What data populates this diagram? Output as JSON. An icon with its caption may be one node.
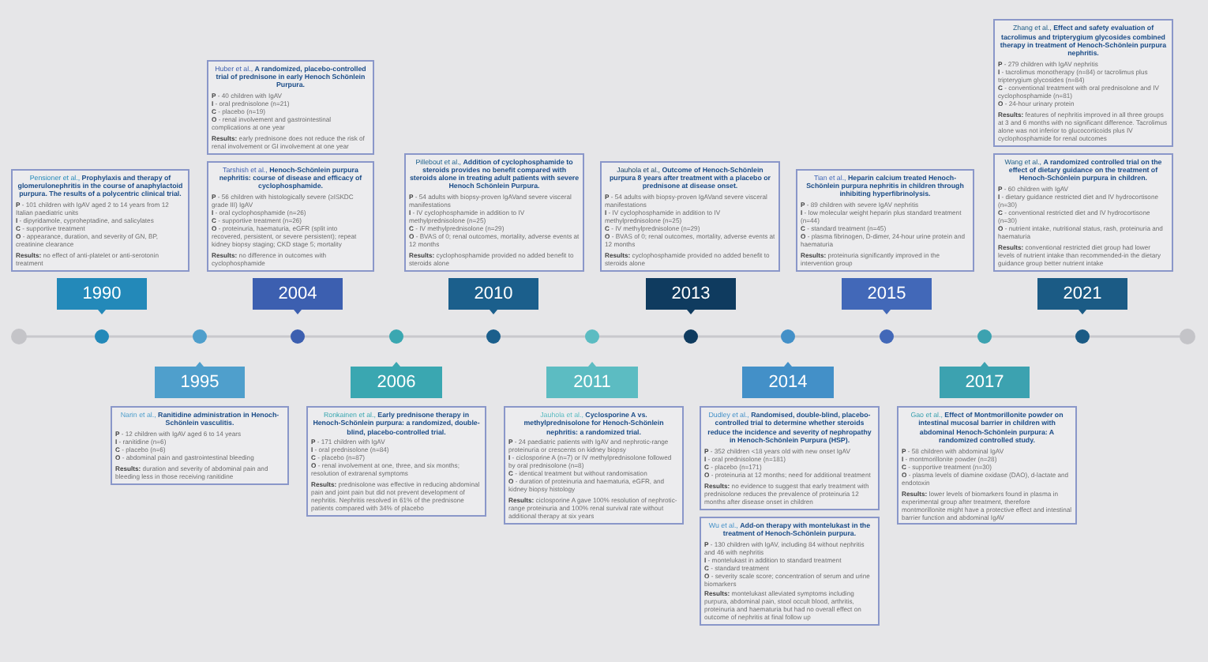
{
  "diagram": {
    "nodes": [
      {
        "text": [
          "1990"
        ]
      },
      {
        "text": [
          "Pensioner et al., **Prophylaxis and therapy of glomerulonephritis in the course of anaphylactoid purpura. The results of a polycentric clinical trial.**",
          "**P** - 101 children with IgAV aged 2 to 14 years from 12 Italian paediatric units",
          "**I** - dipyridamole, cyproheptadine, and salicylates",
          "**C** - supportive treatment",
          "**O** - appearance, duration, and severity of GN, BP, creatinine clearance",
          "**Results:** no effect of anti-platelet or anti-serotonin treatment"
        ]
      },
      {
        "text": [
          "1995"
        ]
      },
      {
        "text": [
          "Narin et al., **Ranitidine administration in Henoch-Schönlein vasculitis.**",
          "**P** - 12 children with IgAV aged 6 to 14 years",
          "**I** - ranitidine (n=6)",
          "**C** - placebo (n=6)",
          "**O** - abdominal pain and gastrointestinal bleeding",
          "**Results:** duration and severity of abdominal pain and bleeding less in those receiving ranitidine"
        ]
      },
      {
        "text": [
          "2004"
        ]
      },
      {
        "text": [
          "Huber et al., **A randomized, placebo-controlled trial of prednisone in early Henoch Schönlein Purpura.**",
          "**P** - 40 children with IgAV",
          "**I** - oral prednisolone (n=21)",
          "**C** - placebo (n=19)",
          "**O** - renal involvement and gastrointestinal complications at one year",
          "**Results:** early prednisone does not reduce the risk of renal involvement or GI involvement at one year"
        ]
      },
      {
        "text": [
          "Tarshish et al., **Henoch-Schönlein purpura nephritis: course of disease and efficacy of cyclophosphamide.**",
          "**P** - 56 children with histologically severe (≥ISKDC grade III) IgAV",
          "**I** - oral cyclophosphamide (n=26)",
          "**C** - supportive treatment (n=26)",
          "**O** - proteinuria, haematuria, eGFR (split into recovered, persistent, or severe persistent); repeat kidney biopsy staging; CKD stage 5; mortality",
          "**Results:** no difference in outcomes with cyclophosphamide"
        ]
      },
      {
        "text": [
          "2006"
        ]
      },
      {
        "text": [
          "Ronkainen et al., **Early prednisone therapy in Henoch-Schönlein purpura: a randomized, double-blind, placebo-controlled trial.**",
          "**P** - 171 children with IgAV",
          "**I** - oral prednisolone (n=84)",
          "**C** - placebo (n=87)",
          "**O** - renal involvement at one, three, and six months; resolution of extrarenal symptoms",
          "**Results:** prednisolone was effective in reducing abdominal pain and joint pain but did not prevent development of nephritis. Nephritis resolved in 61% of the prednisone patients compared with 34% of placebo"
        ]
      },
      {
        "text": [
          "2010"
        ]
      },
      {
        "text": [
          "Pillebout et al., **Addition of cyclophosphamide to steroids provides no benefit compared with steroids alone in treating adult patients with severe Henoch Schönlein Purpura.**",
          "**P** - 54 adults with biopsy-proven IgAVand severe visceral manifestations",
          "**I** - IV cyclophosphamide in addition to IV methylprednisolone (n=25)",
          "**C** - IV methylprednisolone (n=29)",
          "**O** - BVAS of 0; renal outcomes, mortality, adverse events at 12 months",
          "**Results:** cyclophosphamide provided no added benefit to steroids alone"
        ]
      },
      {
        "text": [
          "2011"
        ]
      },
      {
        "text": [
          "Jauhola et al., **Cyclosporine A vs. methylprednisolone for Henoch-Schönlein nephritis: a randomized trial.**",
          "**P** - 24 paediatric patients with IgAV and nephrotic-range proteinuria or crescents on kidney biopsy",
          "**I** - ciclosporine A (n=7) or IV methylprednisolone followed by oral prednisolone (n=8)",
          "**C** - identical treatment but without randomisation",
          "**O** - duration of proteinuria and haematuria, eGFR, and kidney biopsy histology",
          "**Results:** ciclosporine A gave 100% resolution of nephrotic-range proteinuria and 100% renal survival rate without additional therapy at six years"
        ]
      },
      {
        "text": [
          "2013"
        ]
      },
      {
        "text": [
          "Jauhola et al., **Outcome of Henoch-Schönlein purpura 8 years after treatment with a placebo or prednisone at disease onset.**",
          "**P** - 54 adults with biopsy-proven IgAVand severe visceral manifestations",
          "**I** - IV cyclophosphamide in addition to IV methylprednisolone (n=25)",
          "**C** - IV methylprednisolone (n=29)",
          "**O** - BVAS of 0; renal outcomes, mortality, adverse events at 12 months",
          "**Results:** cyclophosphamide provided no added benefit to steroids alone"
        ]
      },
      {
        "text": [
          "2014"
        ]
      },
      {
        "text": [
          "Dudley et al., **Randomised, double-blind, placebo-controlled trial to determine whether steroids reduce the incidence and severity of nephropathy in Henoch-Schönlein Purpura (HSP).**",
          "**P** - 352 children <18 years old with new onset IgAV",
          "**I** - oral prednisolone (n=181)",
          "**C** - placebo (n=171)",
          "**O** - proteinuria at 12 months; need for additional treatment",
          "**Results:** no evidence to suggest that early treatment with prednisolone reduces the prevalence of proteinuria 12 months after disease onset in children"
        ]
      },
      {
        "text": [
          "Wu et al., **Add-on therapy with montelukast in the treatment of Henoch-Schönlein purpura.**",
          "**P** - 130 children with IgAV, including 84 without nephritis and 46 with nephritis",
          "**I** - montelukast in addition to standard treatment",
          "**C** - standard treatment",
          "**O** - severity scale score; concentration of serum and urine biomarkers",
          "**Results:** montelukast alleviated symptoms including purpura, abdominal pain, stool occult blood, arthritis, proteinuria and haematuria but had no overall effect on outcome of nephritis at final follow up"
        ]
      },
      {
        "text": [
          "2015"
        ]
      },
      {
        "text": [
          "Tian et al., **Heparin calcium treated Henoch-Schönlein purpura nephritis in children through inhibiting hyperfibrinolysis.**",
          "**P** - 89 children with severe IgAV nephritis",
          "**I** - low molecular weight heparin plus standard treatment (n=44)",
          "**C** - standard treatment (n=45)",
          "**O** - plasma fibrinogen, D-dimer, 24-hour urine protein and haematuria",
          "**Results:** proteinuria significantly improved in the intervention group"
        ]
      },
      {
        "text": [
          "2017"
        ]
      },
      {
        "text": [
          "Gao et al., **Effect of Montmorillonite powder on intestinal mucosal barrier in children with abdominal Henoch-Schönlein purpura: A randomized controlled study.**",
          "**P** - 58 children with abdominal IgAV",
          "**I** - montmorillonite powder (n=28)",
          "**C** - supportive treatment (n=30)",
          "**O** - plasma levels of diamine oxidase (DAO), d-lactate and endotoxin",
          "**Results:** lower levels of biomarkers found in plasma in experimental group after treatment, therefore montmorillonite might have a protective effect and intestinal barrier function and abdominal IgAV"
        ]
      },
      {
        "text": [
          "2021"
        ]
      },
      {
        "text": [
          "Zhang et al., **Effect and safety evaluation of tacrolimus and tripterygium glycosides combined therapy in treatment of Henoch-Schönlein purpura nephritis.**",
          "**P** - 279 children with IgAV nephritis",
          "**I** - tacrolimus monotherapy (n=84) or tacrolimus plus tripterygium glycosides (n=84)",
          "**C** - conventional treatment with oral prednisolone and IV cyclophosphamide (n=81)",
          "**O** - 24-hour urinary protein",
          "**Results:** features of nephritis improved in all three groups at 3 and 6 months with no significant difference. Tacrolimus alone was not inferior to glucocorticoids plus IV cyclophosphamide for renal outcomes"
        ]
      },
      {
        "text": [
          "Wang et al., **A randomized controlled trial on the effect of dietary guidance on the treatment of Henoch-Schönlein purpura in children.**",
          "**P** - 60 children with IgAV",
          "**I** - dietary guidance restricted diet and IV hydrocortisone (n=30)",
          "**C** - conventional restricted diet and IV hydrocortisone (n=30)",
          "**O** - nutrient intake, nutritional status, rash, proteinuria and haematuria",
          "**Results:** conventional restricted diet group had lower levels of nutrient intake than recommended-in the dietary guidance group better nutrient intake"
        ]
      }
    ]
  }
}
